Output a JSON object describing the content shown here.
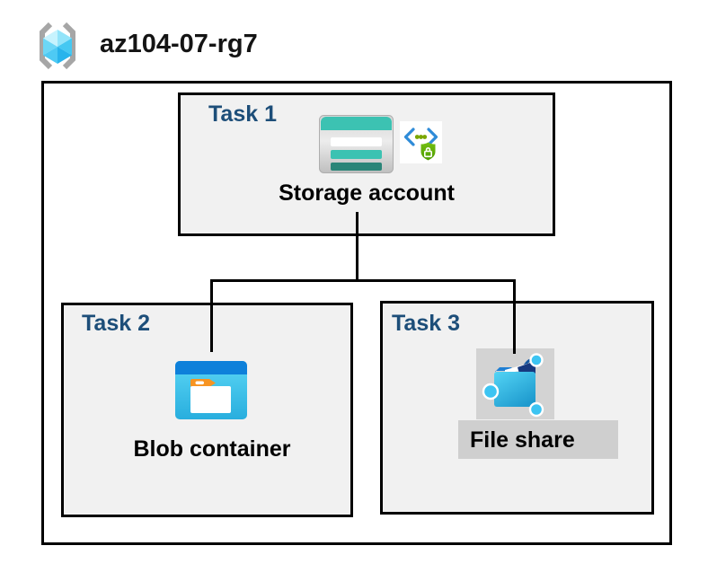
{
  "resource_group": {
    "name": "az104-07-rg7",
    "icon": "resource-group-icon"
  },
  "tasks": [
    {
      "label": "Task 1",
      "resource": "Storage account",
      "icons": [
        "storage-account-icon",
        "secure-access-icon"
      ]
    },
    {
      "label": "Task 2",
      "resource": "Blob container",
      "icons": [
        "blob-container-icon"
      ]
    },
    {
      "label": "Task 3",
      "resource": "File share",
      "icons": [
        "file-share-icon"
      ],
      "highlighted": true
    }
  ],
  "connections": [
    {
      "from": "Storage account",
      "to": "Blob container"
    },
    {
      "from": "Storage account",
      "to": "File share"
    }
  ],
  "colors": {
    "task_label": "#1d4e79",
    "box_fill": "#f1f1f1",
    "border": "#000000",
    "storage_teal": "#3cc2b2",
    "storage_teal_dark": "#2a8578",
    "blob_band_blue": "#0e80da",
    "blob_cyan": "#3fc3ee",
    "fileshare_blue": "#2aa9dc",
    "fileshare_navy": "#16387f",
    "node_cyan": "#3cc4f2",
    "highlight_gray": "#d3d3d3",
    "shield_green": "#57a300",
    "bracket_blue": "#2e8bd8",
    "folder_tab_orange": "#f79422",
    "rg_cube_cyan": "#45c8f2",
    "rg_bracket_gray": "#a6a6a6"
  }
}
